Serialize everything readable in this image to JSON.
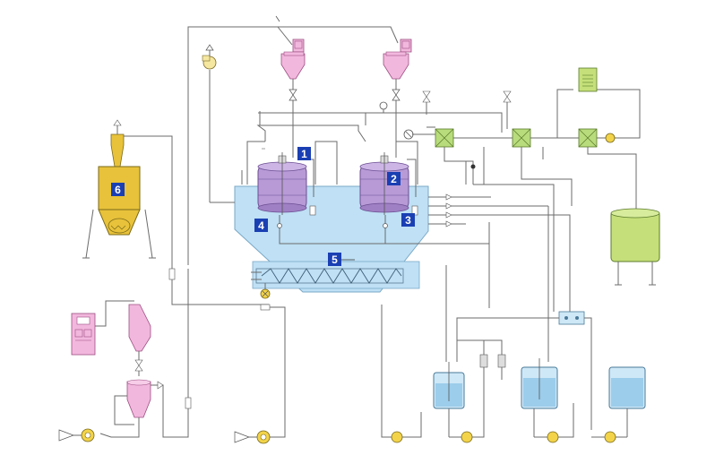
{
  "diagram": {
    "labels": [
      {
        "id": "1",
        "text": "1"
      },
      {
        "id": "2",
        "text": "2"
      },
      {
        "id": "3",
        "text": "3"
      },
      {
        "id": "4",
        "text": "4"
      },
      {
        "id": "5",
        "text": "5"
      },
      {
        "id": "6",
        "text": "6"
      }
    ],
    "colors": {
      "vessel_purple": "#b79ad6",
      "basin_blue": "#bfe0f5",
      "hopper_pink": "#f2b7dd",
      "dryer_yellow": "#e8c23a",
      "tank_green": "#c5e07a",
      "tank_light_blue": "#cfe8f7",
      "exchanger_green": "#b8dc7c",
      "pump_yellow": "#f2d34a",
      "badge_blue": "#1a3fb3",
      "pipe_gray": "#6b6b6b"
    },
    "icons": [
      "fan-icon",
      "pump-icon",
      "valve-icon",
      "gauge-icon",
      "heat-exchanger-icon",
      "filter-icon",
      "vent-arrow-icon",
      "screw-conveyor-icon"
    ]
  }
}
